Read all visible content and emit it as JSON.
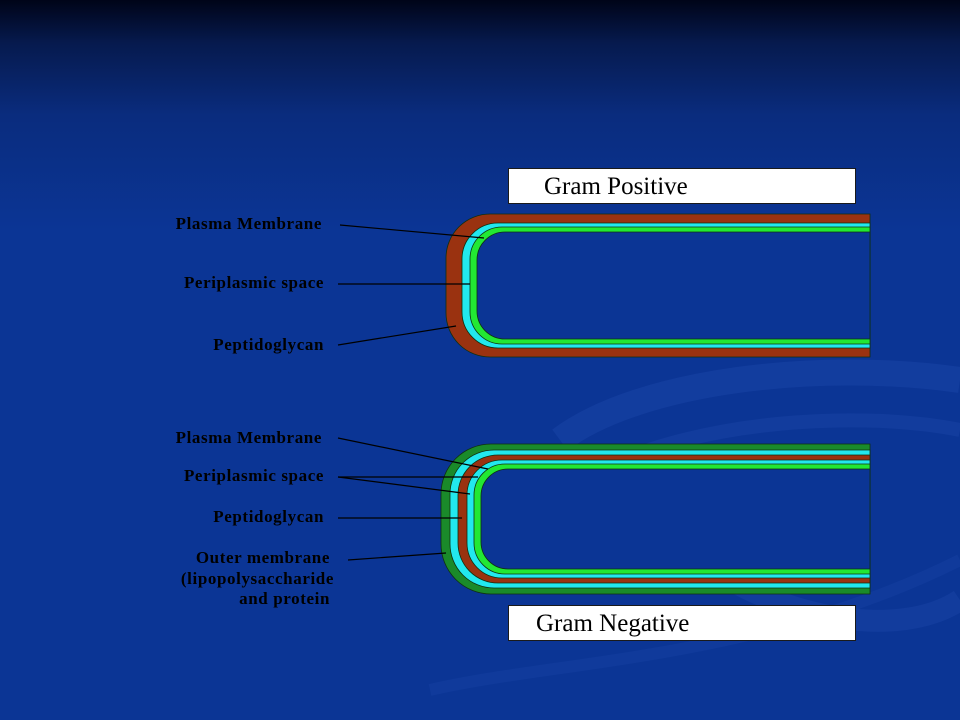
{
  "gram_positive": {
    "title": "Gram Positive",
    "labels": [
      "Plasma Membrane",
      "Periplasmic space",
      "Peptidoglycan"
    ]
  },
  "gram_negative": {
    "title": "Gram Negative",
    "labels": [
      "Plasma Membrane",
      "Periplasmic space",
      "Peptidoglycan"
    ],
    "outer_label": [
      "Outer membrane",
      "(lipopolysaccharide",
      "and protein"
    ]
  },
  "colors": {
    "background": "#0b3595",
    "peptidoglycan": "#9a3210",
    "periplasmic_space": "#22e8ee",
    "plasma_membrane": "#22e833",
    "outer_membrane": "#1a8a2a",
    "outline": "#103010"
  }
}
